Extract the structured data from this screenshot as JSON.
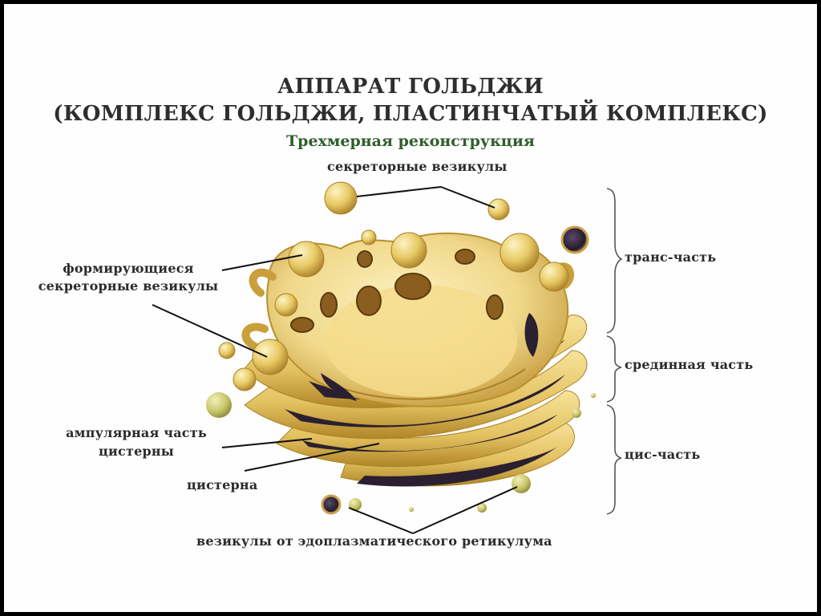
{
  "title": {
    "line1": "АППАРАТ ГОЛЬДЖИ",
    "line2": "(КОМПЛЕКС ГОЛЬДЖИ, ПЛАСТИНЧАТЫЙ КОМПЛЕКС)"
  },
  "subtitle": "Трехмерная реконструкция",
  "labels": {
    "secretory_vesicles": "секреторные везикулы",
    "forming_vesicles_line1": "формирующиеся",
    "forming_vesicles_line2": "секреторные везикулы",
    "ampullar_line1": "ампулярная часть",
    "ampullar_line2": "цистерны",
    "cisterna": "цистерна",
    "er_vesicles": "везикулы от эдоплазматического ретикулума",
    "trans_part": "транс-часть",
    "medial_part": "срединная часть",
    "cis_part": "цис-часть"
  },
  "colors": {
    "background": "#fefefe",
    "frame": "#000000",
    "organelle_fill": "#e9cd6e",
    "organelle_light": "#fbeeb0",
    "organelle_shadow": "#b8902e",
    "lumen_dark": "#2a2030",
    "small_vesicle_green": "#c8c86a",
    "title_text": "#2e2e2e",
    "subtitle_text": "#2f5e2a"
  }
}
